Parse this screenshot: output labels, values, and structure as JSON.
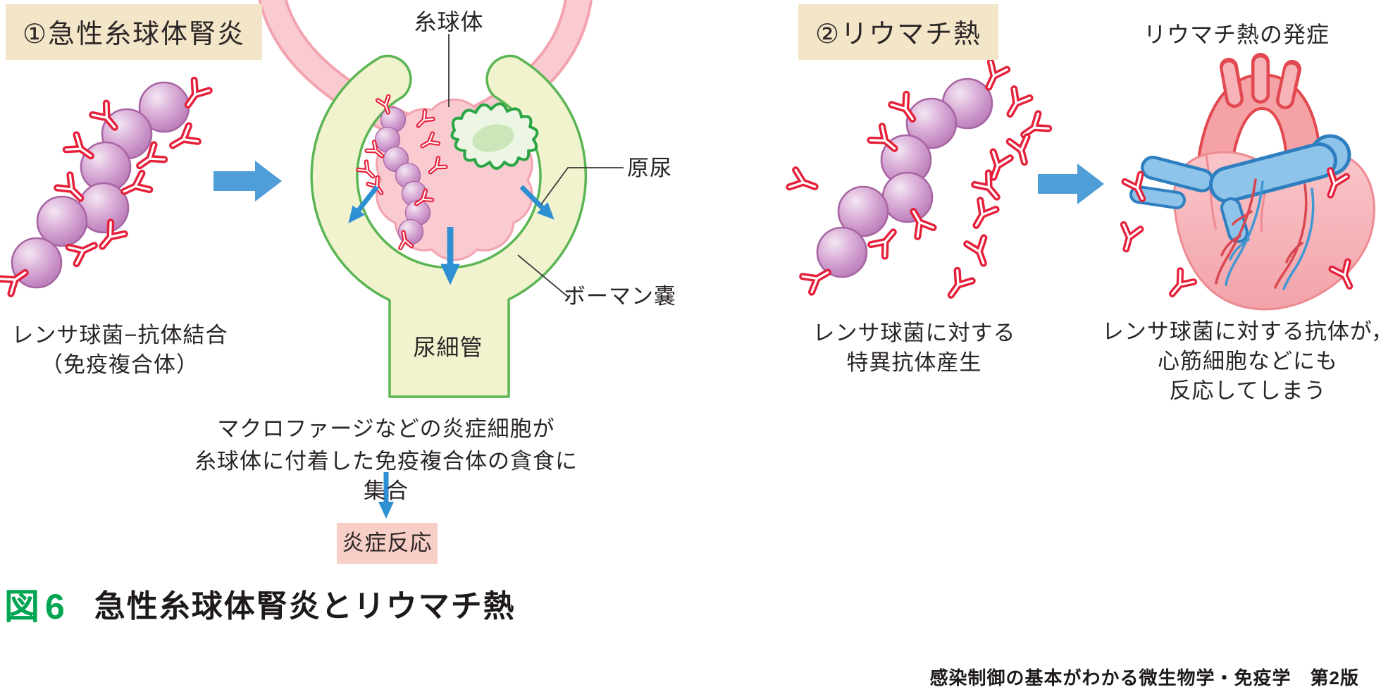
{
  "figure": {
    "caption_mark": "図",
    "caption_number": "6",
    "caption_title": "急性糸球体腎炎とリウマチ熱",
    "source": "感染制御の基本がわかる微生物学・免疫学　第2版"
  },
  "left_panel": {
    "tag": "①急性糸球体腎炎",
    "immune_complex_line1": "レンサ球菌−抗体結合",
    "immune_complex_line2": "（免疫複合体）",
    "labels": {
      "glomerulus": "糸球体",
      "primary_urine": "原尿",
      "bowman_capsule": "ボーマン嚢",
      "renal_tubule": "尿細管"
    },
    "process_line1": "マクロファージなどの炎症細胞が",
    "process_line2": "糸球体に付着した免疫複合体の貪食に集合",
    "outcome": "炎症反応"
  },
  "right_panel": {
    "tag": "②リウマチ熱",
    "heart_title": "リウマチ熱の発症",
    "antibody_production_line1": "レンサ球菌に対する",
    "antibody_production_line2": "特異抗体産生",
    "reaction_line1": "レンサ球菌に対する抗体が，",
    "reaction_line2": "心筋細胞などにも",
    "reaction_line3": "反応してしまう"
  },
  "colors": {
    "tag_bg": "#f3e5c8",
    "outcome_bg": "#f8cfc6",
    "caption_green": "#00a551",
    "arrow_blue": "#4f9ed7",
    "antibody_red": "#e5203a",
    "coccus_purple": "#c68dc4",
    "capsule_green": "#5cb554",
    "capsule_fill": "#f0f3cd",
    "glomerulus_pink": "#f9cbd1"
  }
}
